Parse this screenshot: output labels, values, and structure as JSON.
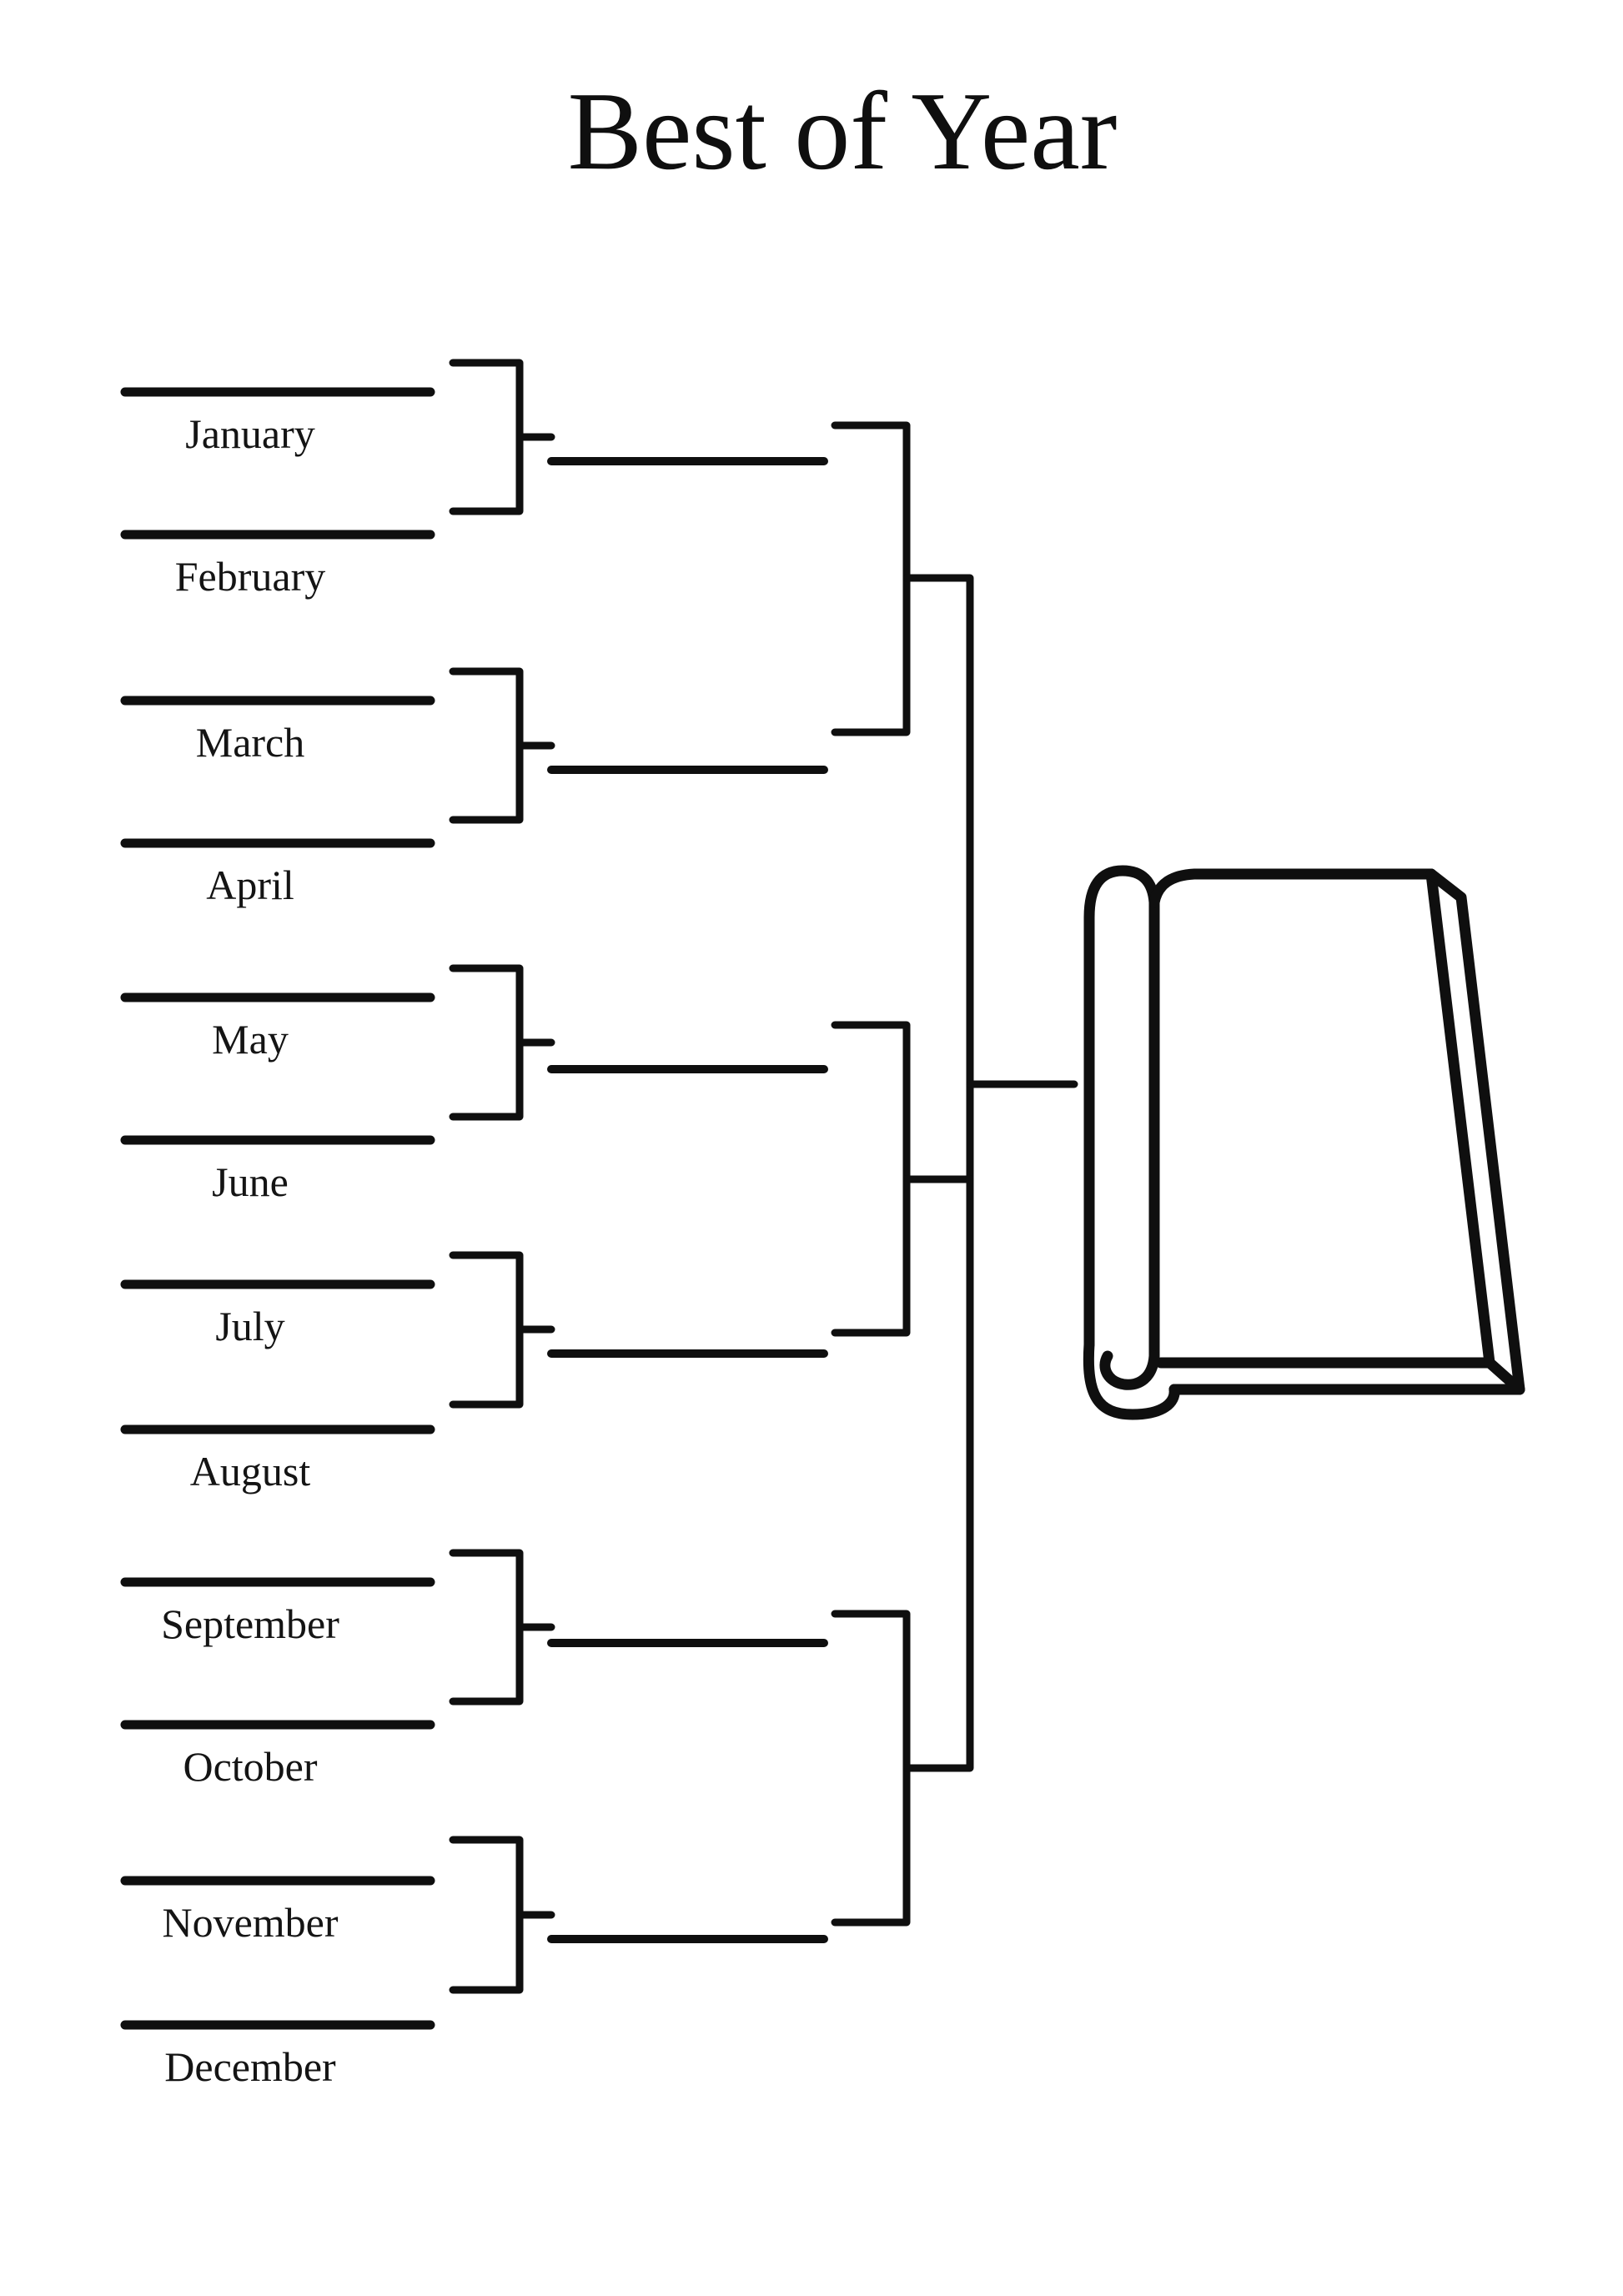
{
  "page_title": "Best of Year",
  "bracket": {
    "type": "single-elimination-tournament-template",
    "entry_slots": 12,
    "rounds": 3,
    "months": [
      "January",
      "February",
      "March",
      "April",
      "May",
      "June",
      "July",
      "August",
      "September",
      "October",
      "November",
      "December"
    ],
    "pairings_round1": [
      [
        "January",
        "February"
      ],
      [
        "March",
        "April"
      ],
      [
        "May",
        "June"
      ],
      [
        "July",
        "August"
      ],
      [
        "September",
        "October"
      ],
      [
        "November",
        "December"
      ]
    ],
    "winner_marker": "blank book illustration",
    "slot_values": [
      "",
      "",
      "",
      "",
      "",
      ""
    ]
  },
  "icons": {
    "book_icon": "closed blank book with curled spine"
  },
  "colors": {
    "ink": "#0f0f0f",
    "background": "#ffffff"
  }
}
